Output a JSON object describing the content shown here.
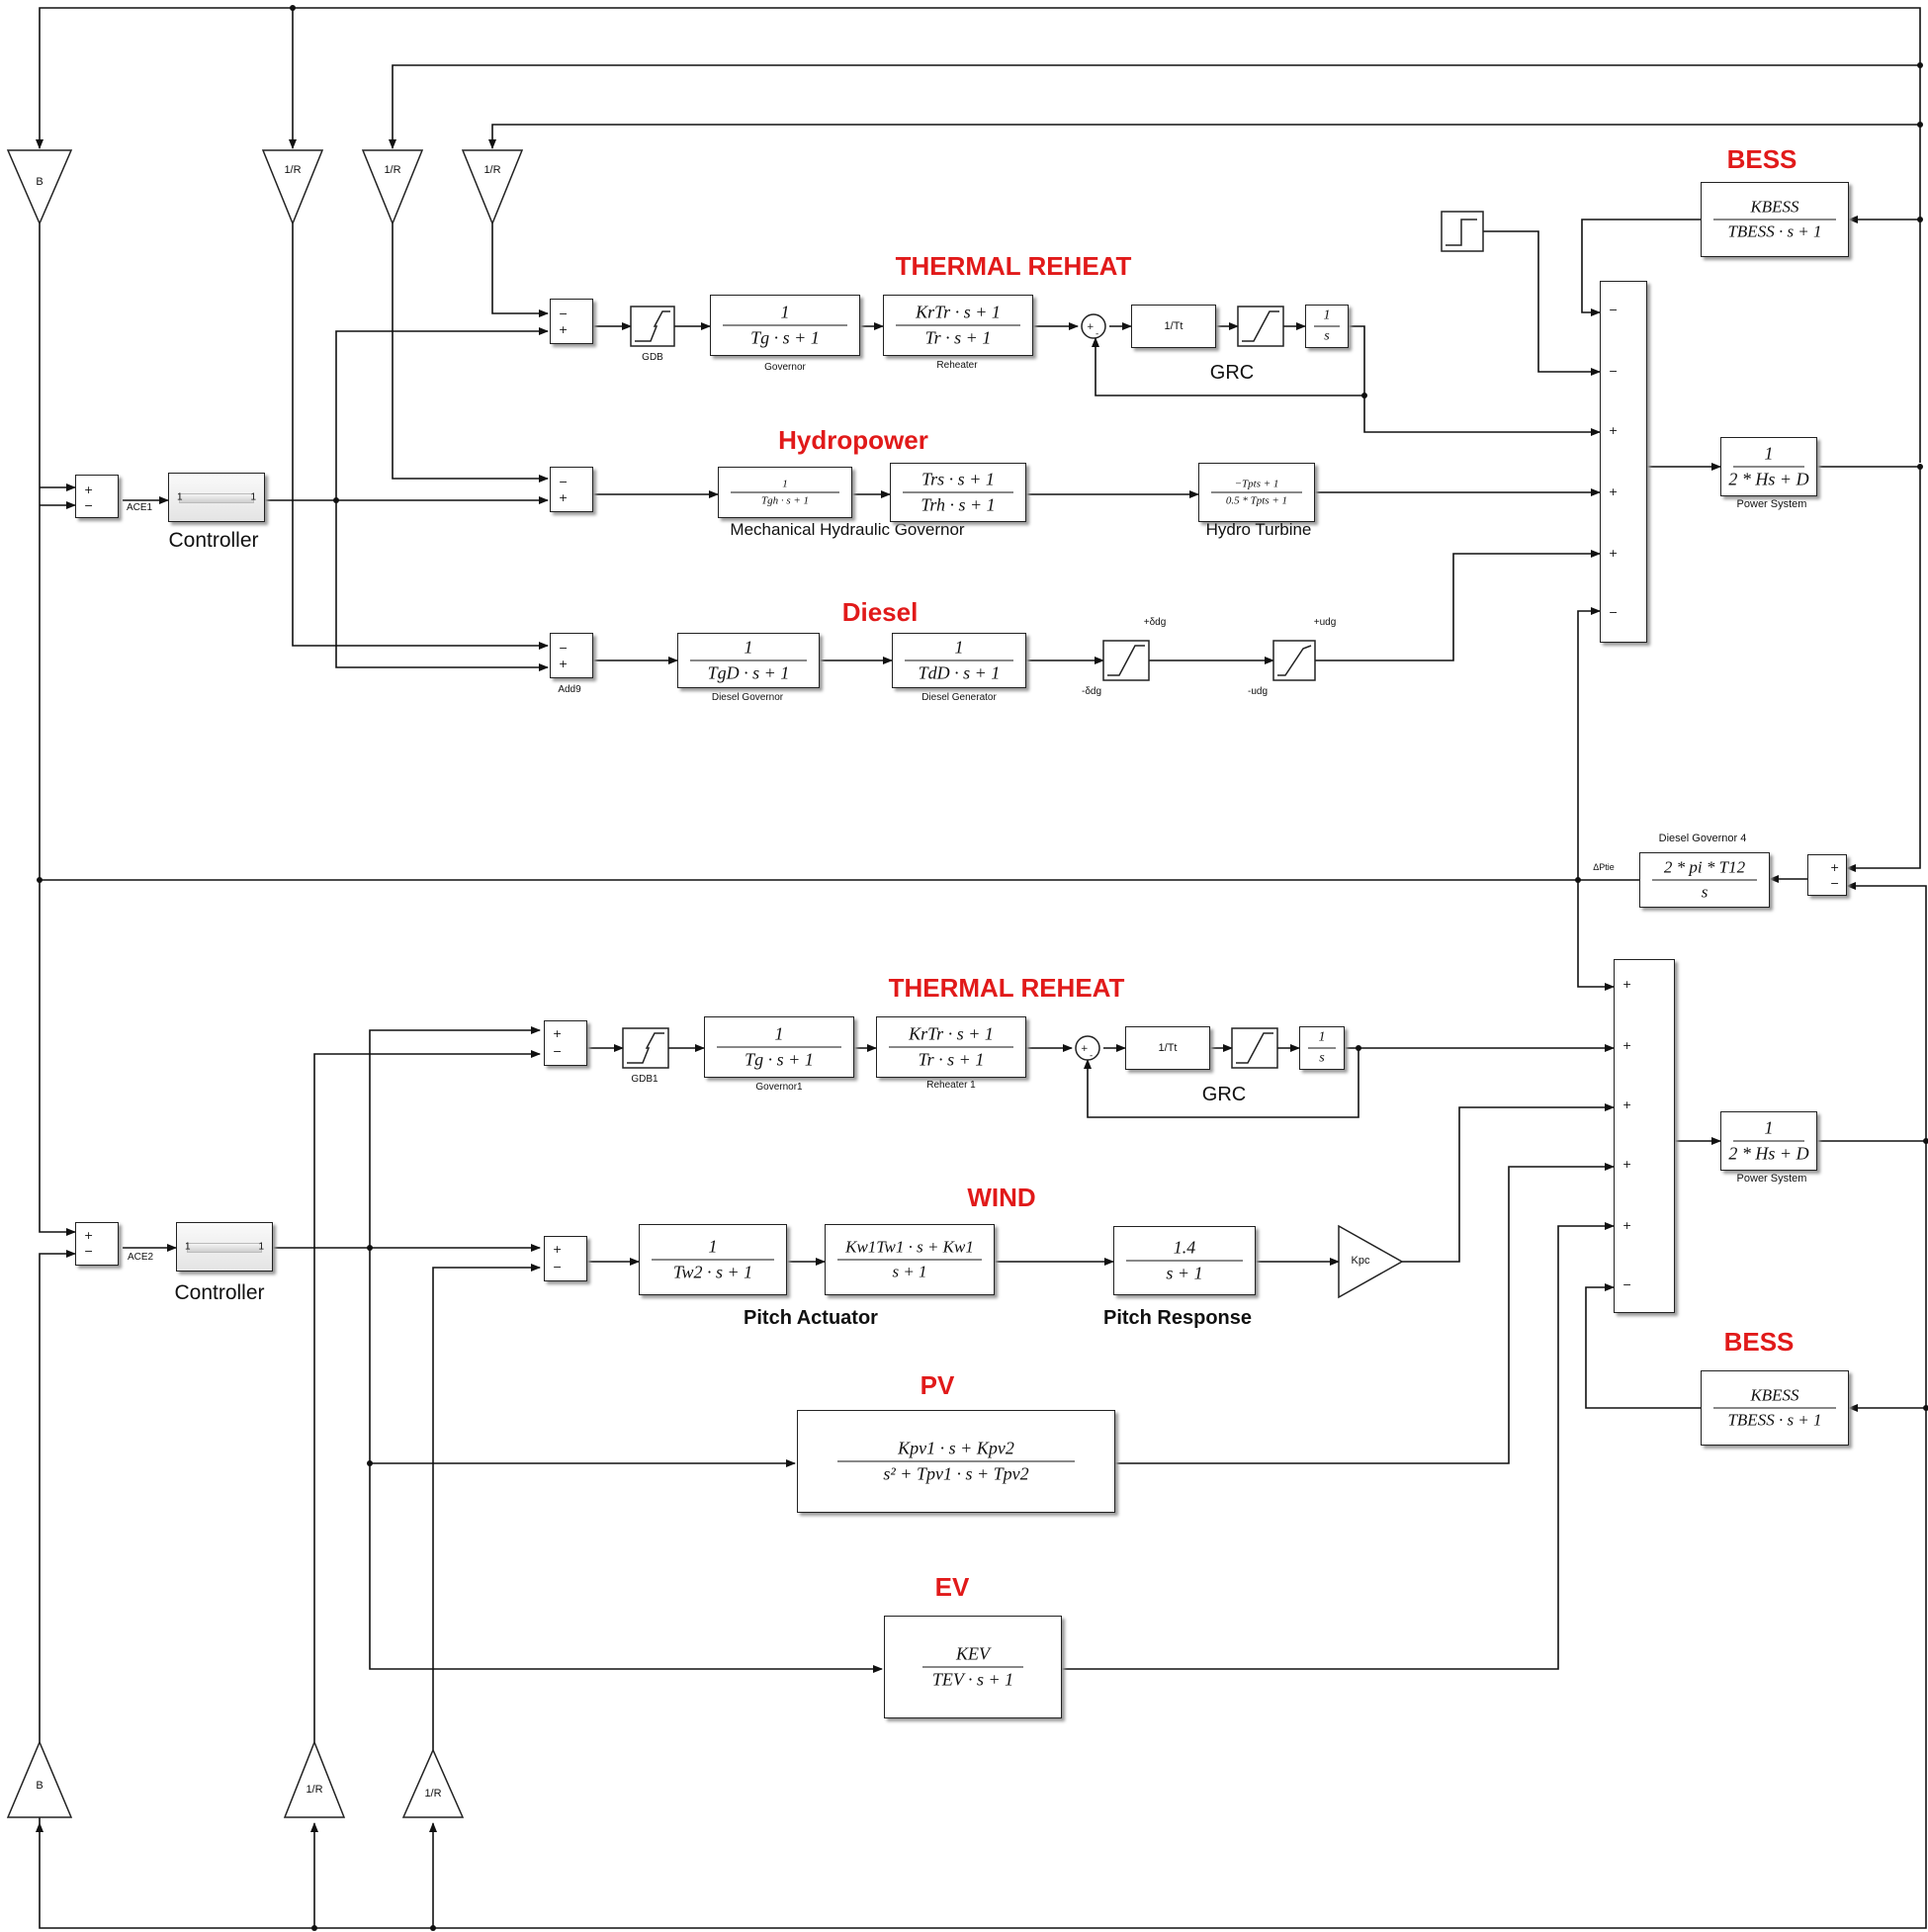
{
  "sections": {
    "thermal_top": "THERMAL  REHEAT",
    "hydro": "Hydropower",
    "diesel": "Diesel",
    "bess_top": "BESS",
    "thermal_bottom": "THERMAL  REHEAT",
    "wind": "WIND",
    "pv": "PV",
    "ev": "EV",
    "bess_bottom": "BESS"
  },
  "gains": {
    "b_top": "B",
    "r1": "1/R",
    "r2": "1/R",
    "r3": "1/R",
    "b_bottom": "B",
    "r4": "1/R",
    "r5": "1/R",
    "kpc": "Kpc"
  },
  "labels": {
    "ace1": "ACE1",
    "ace2": "ACE2",
    "controller1": "Controller",
    "controller2": "Controller",
    "ctrl_in": "1",
    "ctrl_out": "1",
    "gdb": "GDB",
    "gdb1": "GDB1",
    "governor": "Governor",
    "reheater": "Reheater",
    "governor1": "Governor1",
    "reheater1": "Reheater 1",
    "grc_top": "GRC",
    "grc_bottom": "GRC",
    "mhg": "Mechanical Hydraulic Governor",
    "hydro_turbine": "Hydro Turbine",
    "add9": "Add9",
    "diesel_governor": "Diesel Governor",
    "diesel_generator": "Diesel Generator",
    "sat1_top": "+δdg",
    "sat1_bot": "-δdg",
    "sat2_top": "+udg",
    "sat2_bot": "-udg",
    "power_system1": "Power System",
    "power_system2": "Power System",
    "diesel_governor4": "Diesel Governor 4",
    "ptie": "ΔPtie",
    "pitch_actuator": "Pitch Actuator",
    "pitch_response": "Pitch Response",
    "one_over_tt": "1/Tt"
  },
  "tf": {
    "gov": {
      "num": "1",
      "den": "Tg · s + 1"
    },
    "reh": {
      "num": "KrTr · s + 1",
      "den": "Tr · s + 1"
    },
    "integ": {
      "num": "1",
      "den": "s"
    },
    "hgov": {
      "num": "1",
      "den": "Tgh · s + 1"
    },
    "hydro2": {
      "num": "Trs · s + 1",
      "den": "Trh · s + 1"
    },
    "hturb": {
      "num": "−Tpts + 1",
      "den": "0.5 * Tpts + 1"
    },
    "dgov": {
      "num": "1",
      "den": "TgD · s + 1"
    },
    "dgen": {
      "num": "1",
      "den": "TdD · s + 1"
    },
    "bess": {
      "num": "KBESS",
      "den": "TBESS · s + 1"
    },
    "ps": {
      "num": "1",
      "den": "2 * Hs + D"
    },
    "tie": {
      "num": "2 * pi * T12",
      "den": "s"
    },
    "pa": {
      "num": "1",
      "den": "Tw2 · s + 1"
    },
    "wind2": {
      "num": "Kw1Tw1 · s + Kw1",
      "den": "s + 1"
    },
    "pr": {
      "num": "1.4",
      "den": "s + 1"
    },
    "pv": {
      "num": "Kpv1 · s + Kpv2",
      "den": "s² + Tpv1 · s + Tpv2"
    },
    "ev": {
      "num": "KEV",
      "den": "TEV · s + 1"
    }
  },
  "colors": {
    "section_label": "#e11a1a",
    "line": "#111111",
    "block_border": "#222222"
  }
}
